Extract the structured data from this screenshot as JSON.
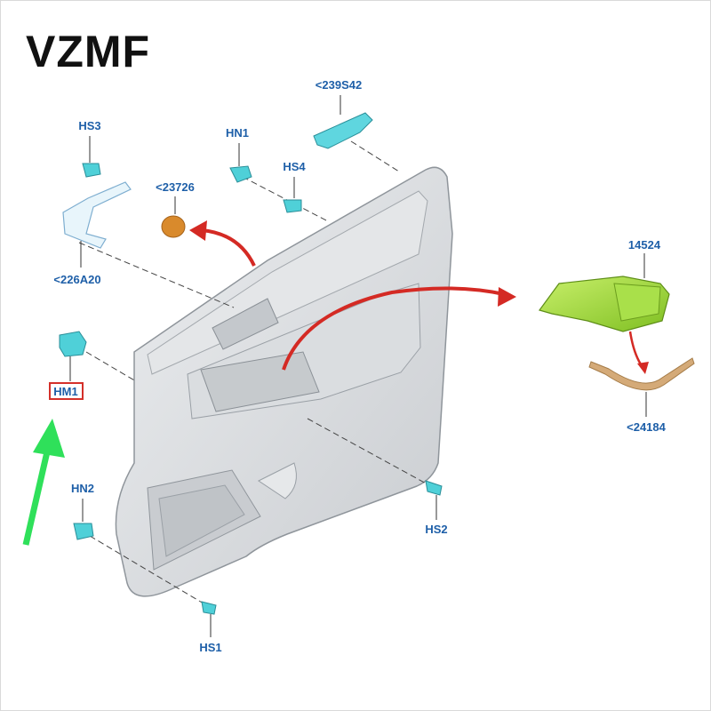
{
  "brand": "VZMF",
  "colors": {
    "label": "#1e5fa8",
    "highlight_box": "#d4302a",
    "red_arrow": "#d42a24",
    "green_arrow": "#2fe05a",
    "clip_cyan": "#4fd0d8",
    "panel_grey": "#d7d9dc",
    "grip_green": "#9fd93a",
    "trim_tan": "#d4aa78",
    "cap_orange": "#d98a2c"
  },
  "parts": {
    "hs3": "HS3",
    "hn1": "HN1",
    "hs4": "HS4",
    "p239s42": "<239S42",
    "p23726": "<23726",
    "p226a20": "<226A20",
    "p14524": "14524",
    "hm1": "HM1",
    "p24184": "<24184",
    "hn2": "HN2",
    "hs2": "HS2",
    "hs1": "HS1"
  }
}
